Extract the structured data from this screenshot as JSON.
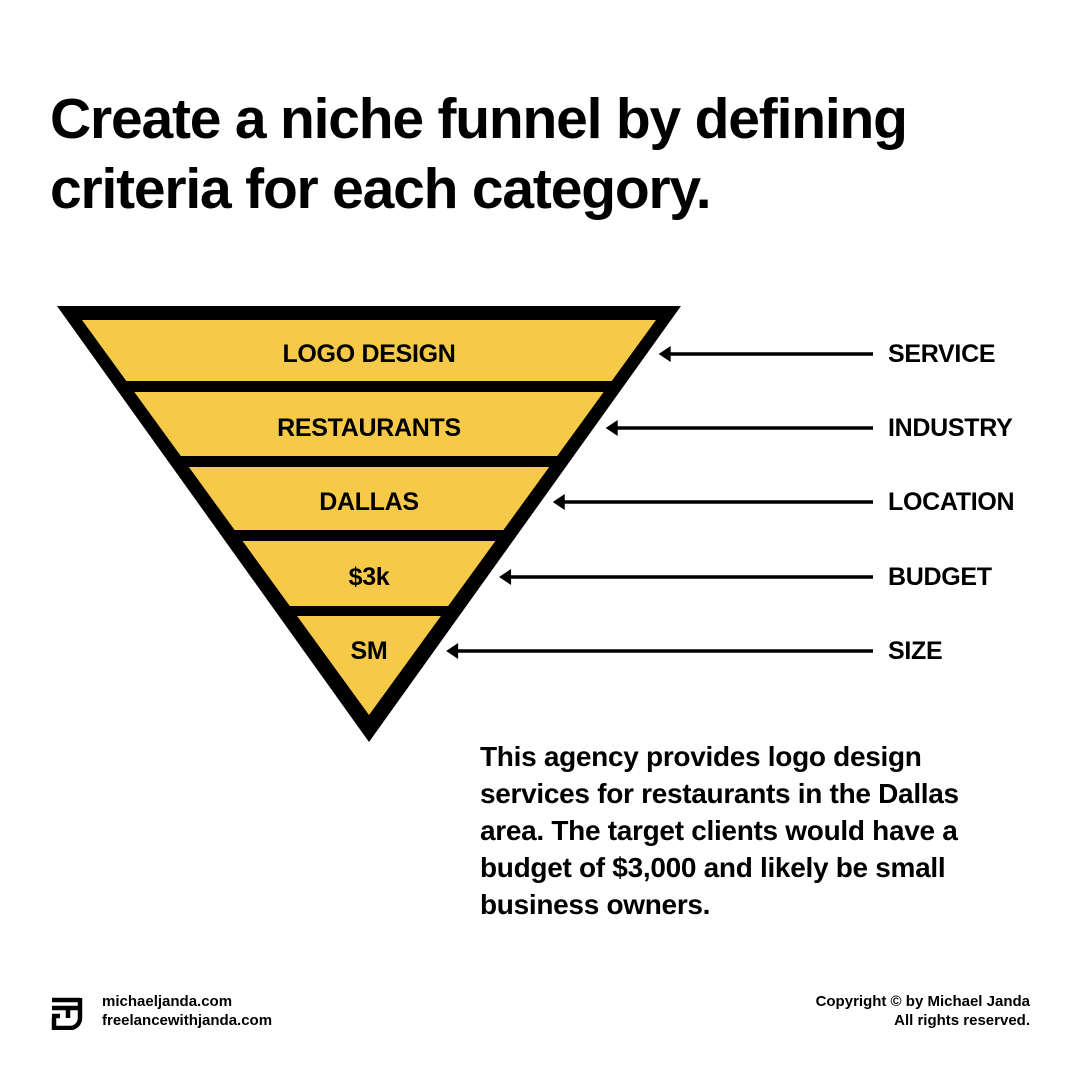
{
  "headline": {
    "line1": "Create a niche funnel by defining",
    "line2": "criteria for each category."
  },
  "funnel": {
    "colors": {
      "fill": "#F7C948",
      "stroke": "#000000",
      "text": "#000000"
    },
    "levels": [
      {
        "label": "LOGO DESIGN",
        "category": "SERVICE"
      },
      {
        "label": "RESTAURANTS",
        "category": "INDUSTRY"
      },
      {
        "label": "DALLAS",
        "category": "LOCATION"
      },
      {
        "label": "$3k",
        "category": "BUDGET"
      },
      {
        "label": "SM",
        "category": "SIZE"
      }
    ]
  },
  "description": {
    "lines": [
      "This agency provides logo design",
      "services for restaurants in the Dallas",
      "area. The target clients would have a",
      "budget of $3,000 and likely be small",
      "business owners."
    ]
  },
  "footer": {
    "logo_icon": "janda-monogram-icon",
    "site1": "michaeljanda.com",
    "site2": "freelancewithjanda.com",
    "copyright_line1": "Copyright © by Michael Janda",
    "copyright_line2": "All rights reserved."
  }
}
